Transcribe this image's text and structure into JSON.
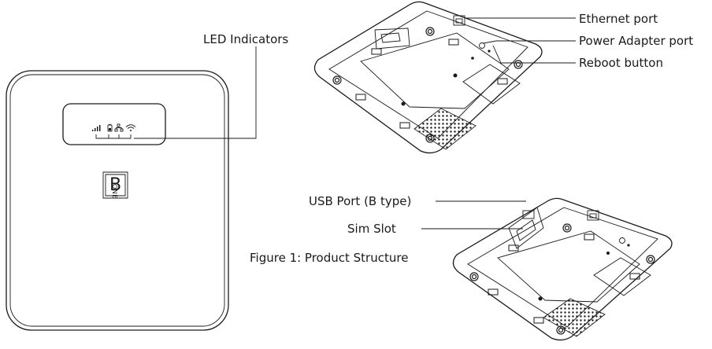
{
  "labels": {
    "led_indicators": "LED Indicators",
    "ethernet_port": "Ethernet port",
    "power_adapter_port": "Power Adapter port",
    "reboot_button": "Reboot button",
    "usb_port": "USB Port (B type)",
    "sim_slot": "Sim Slot",
    "figure_caption": "Figure 1: Product Structure"
  },
  "logo": {
    "letter": "B",
    "text": "ONE"
  },
  "icons": [
    "signal-bars-icon",
    "battery-icon",
    "network-icon",
    "wifi-icon"
  ],
  "colors": {
    "line": "#1a1a1a",
    "background": "#ffffff"
  }
}
